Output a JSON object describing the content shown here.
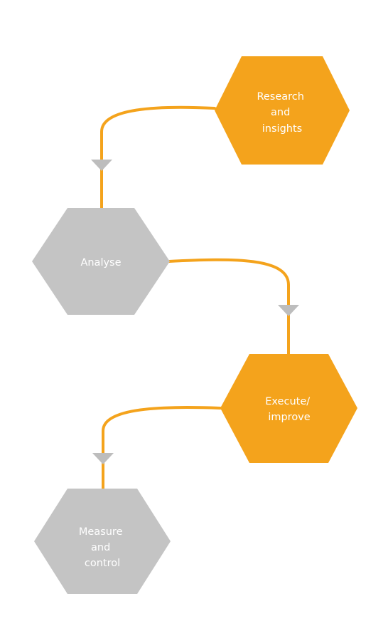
{
  "diagram": {
    "colors": {
      "background": "#ffffff",
      "active": "#f4a31c",
      "inactive": "#c4c4c4",
      "connector": "#f4a31c",
      "arrow": "#bdbdbd",
      "label": "#ffffff"
    },
    "nodes": [
      {
        "id": "research",
        "lines": [
          "Research",
          "and",
          "insights"
        ],
        "status": "active"
      },
      {
        "id": "analyse",
        "lines": [
          "Analyse"
        ],
        "status": "inactive"
      },
      {
        "id": "execute",
        "lines": [
          "Execute/",
          "improve"
        ],
        "status": "active"
      },
      {
        "id": "measure",
        "lines": [
          "Measure",
          "and",
          "control"
        ],
        "status": "inactive"
      }
    ],
    "edges": [
      {
        "from": "research",
        "to": "analyse"
      },
      {
        "from": "analyse",
        "to": "execute"
      },
      {
        "from": "execute",
        "to": "measure"
      }
    ]
  }
}
